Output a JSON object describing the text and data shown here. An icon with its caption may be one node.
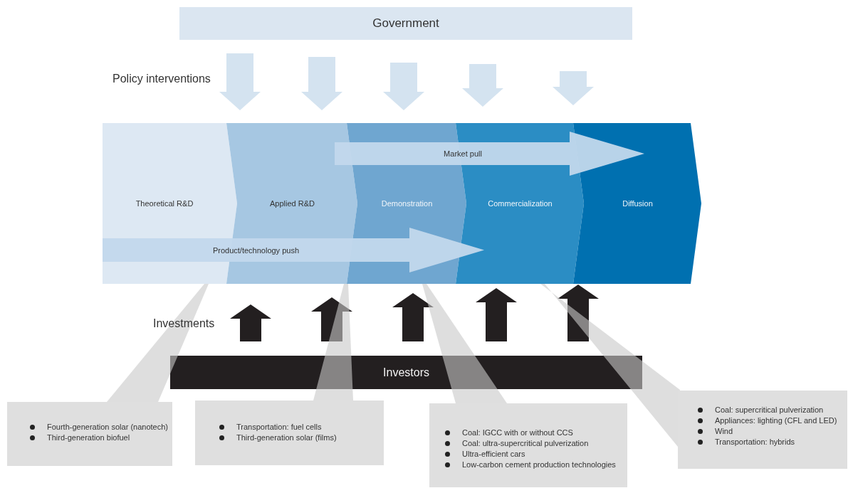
{
  "diagram": {
    "nodes": [
      {
        "text": [
          "Government"
        ]
      },
      {
        "text": [
          "Theoretical R&D"
        ]
      },
      {
        "text": [
          "Applied R&D"
        ]
      },
      {
        "text": [
          "Demonstration"
        ]
      },
      {
        "text": [
          "Commercialization"
        ]
      },
      {
        "text": [
          "Diffusion"
        ]
      },
      {
        "text": [
          "Market pull"
        ]
      },
      {
        "text": [
          "Product/technology push"
        ]
      },
      {
        "text": [
          "Investors"
        ]
      },
      {
        "text": [
          "Fourth-generation solar (nanotech)",
          "Third-generation biofuel"
        ]
      },
      {
        "text": [
          "Transportation: fuel cells",
          "Third-generation solar (films)"
        ]
      },
      {
        "text": [
          "Coal: IGCC with or without CCS",
          "Coal: ultra-supercritical pulverization",
          "Ultra-efficient cars",
          "Low-carbon cement production technologies"
        ]
      },
      {
        "text": [
          "Coal: supercritical pulverization",
          "Appliances: lighting (CFL and LED)",
          "Wind",
          "Transportation: hybrids"
        ]
      }
    ],
    "edges": [
      {
        "from": 0,
        "to": 1,
        "arrow": "to"
      },
      {
        "from": 0,
        "to": 2,
        "arrow": "to"
      },
      {
        "from": 0,
        "to": 3,
        "arrow": "to"
      },
      {
        "from": 0,
        "to": 4,
        "arrow": "to"
      },
      {
        "from": 0,
        "to": 5,
        "arrow": "to"
      },
      {
        "from": 8,
        "to": 1,
        "arrow": "to"
      },
      {
        "from": 8,
        "to": 2,
        "arrow": "to"
      },
      {
        "from": 8,
        "to": 3,
        "arrow": "to"
      },
      {
        "from": 8,
        "to": 4,
        "arrow": "to"
      },
      {
        "from": 8,
        "to": 5,
        "arrow": "to"
      },
      {
        "from": 9,
        "to": 1,
        "arrow": "none"
      },
      {
        "from": 10,
        "to": 2,
        "arrow": "none"
      },
      {
        "from": 11,
        "to": 3,
        "arrow": "none"
      },
      {
        "from": 12,
        "to": 4,
        "arrow": "none"
      }
    ],
    "labels": [
      "Policy interventions",
      "Investments"
    ]
  }
}
